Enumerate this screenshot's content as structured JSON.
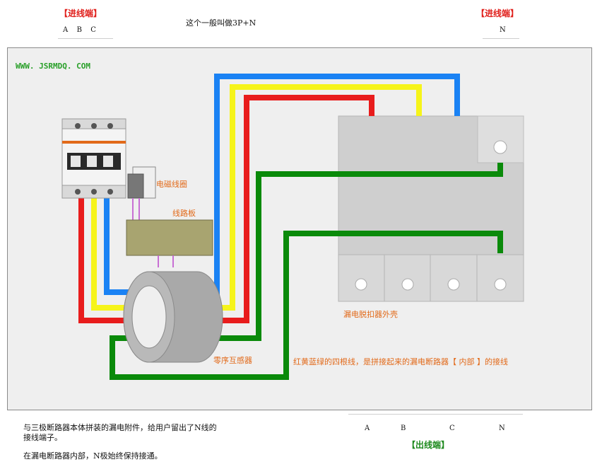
{
  "header": {
    "input_left_tag": "【进线端】",
    "input_left_phases": "A  B  C",
    "title": "这个一般叫做3P+N",
    "input_right_tag": "【进线端】",
    "input_right_phase": "N"
  },
  "diagram": {
    "website": "WWW. JSRMDQ. COM",
    "label_coil": "电磁线圈",
    "label_board": "线路板",
    "label_housing": "漏电脱扣器外壳",
    "label_ct": "零序互感器",
    "label_wires": "红黄蓝绿的四根线，是拼接起来的漏电断路器【 内部 】的接线",
    "colors": {
      "red": "#e81c1c",
      "yellow": "#f6f41a",
      "blue": "#1a82f4",
      "green": "#0a8a0a"
    }
  },
  "footer": {
    "note1_line1": "与三极断路器本体拼装的漏电附件，给用户留出了N线的",
    "note1_line2": "接线端子。",
    "note2": "在漏电断路器内部，N极始终保持接通。",
    "out_a": "A",
    "out_b": "B",
    "out_c": "C",
    "out_n": "N",
    "output_tag": "【出线端】"
  }
}
